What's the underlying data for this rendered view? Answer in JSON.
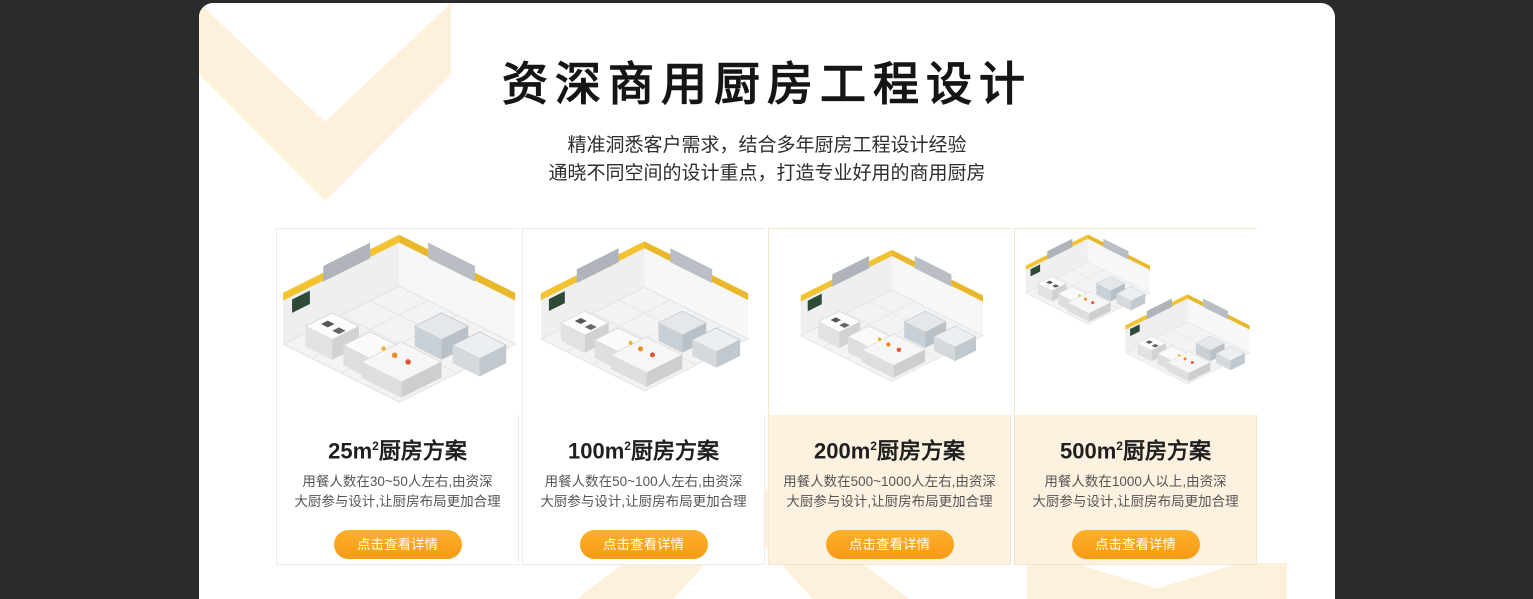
{
  "header": {
    "title": "资深商用厨房工程设计",
    "subtitle1": "精准洞悉客户需求，结合多年厨房工程设计经验",
    "subtitle2": "通晓不同空间的设计重点，打造专业好用的商用厨房"
  },
  "cards": [
    {
      "size": "25m",
      "sup": "2",
      "name": "厨房方案",
      "desc1": "用餐人数在30~50人左右,由资深",
      "desc2": "大厨参与设计,让厨房布局更加合理",
      "button": "点击查看详情",
      "image": "isometric-kitchen-render-25sqm"
    },
    {
      "size": "100m",
      "sup": "2",
      "name": "厨房方案",
      "desc1": "用餐人数在50~100人左右,由资深",
      "desc2": "大厨参与设计,让厨房布局更加合理",
      "button": "点击查看详情",
      "image": "isometric-kitchen-render-100sqm"
    },
    {
      "size": "200m",
      "sup": "2",
      "name": "厨房方案",
      "desc1": "用餐人数在500~1000人左右,由资深",
      "desc2": "大厨参与设计,让厨房布局更加合理",
      "button": "点击查看详情",
      "image": "isometric-kitchen-render-200sqm"
    },
    {
      "size": "500m",
      "sup": "2",
      "name": "厨房方案",
      "desc1": "用餐人数在1000人以上,由资深",
      "desc2": "大厨参与设计,让厨房布局更加合理",
      "button": "点击查看详情",
      "image": "isometric-kitchen-render-500sqm"
    }
  ],
  "colors": {
    "page_bg": "#2b2b2b",
    "panel_bg": "#ffffff",
    "deco_cream": "#fdf1dc",
    "accent_orange": "#f89a14",
    "stripe_yellow": "#f2c230"
  }
}
